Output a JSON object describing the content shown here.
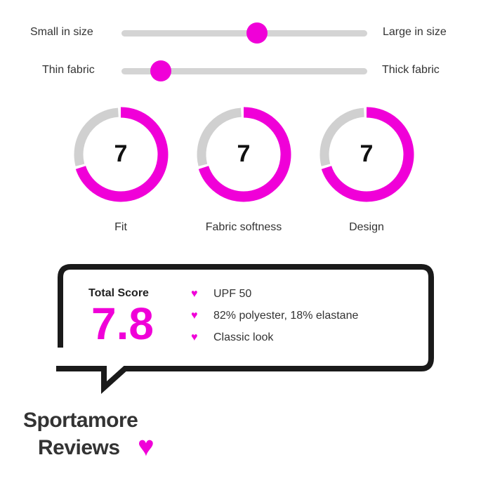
{
  "accent": "#f000d8",
  "sliders": [
    {
      "left_label": "Small in size",
      "right_label": "Large in size",
      "value": 0.55
    },
    {
      "left_label": "Thin fabric",
      "right_label": "Thick fabric",
      "value": 0.16
    }
  ],
  "ratings": [
    {
      "label": "Fit",
      "score": "7",
      "max": 10
    },
    {
      "label": "Fabric softness",
      "score": "7",
      "max": 10
    },
    {
      "label": "Design",
      "score": "7",
      "max": 10
    }
  ],
  "summary": {
    "total_label": "Total Score",
    "total_value": "7.8",
    "features": [
      "UPF 50",
      "82% polyester, 18% elastane",
      "Classic look"
    ]
  },
  "brand": {
    "line1": "Sportamore",
    "line2": "Reviews",
    "icon": "heart-icon"
  }
}
